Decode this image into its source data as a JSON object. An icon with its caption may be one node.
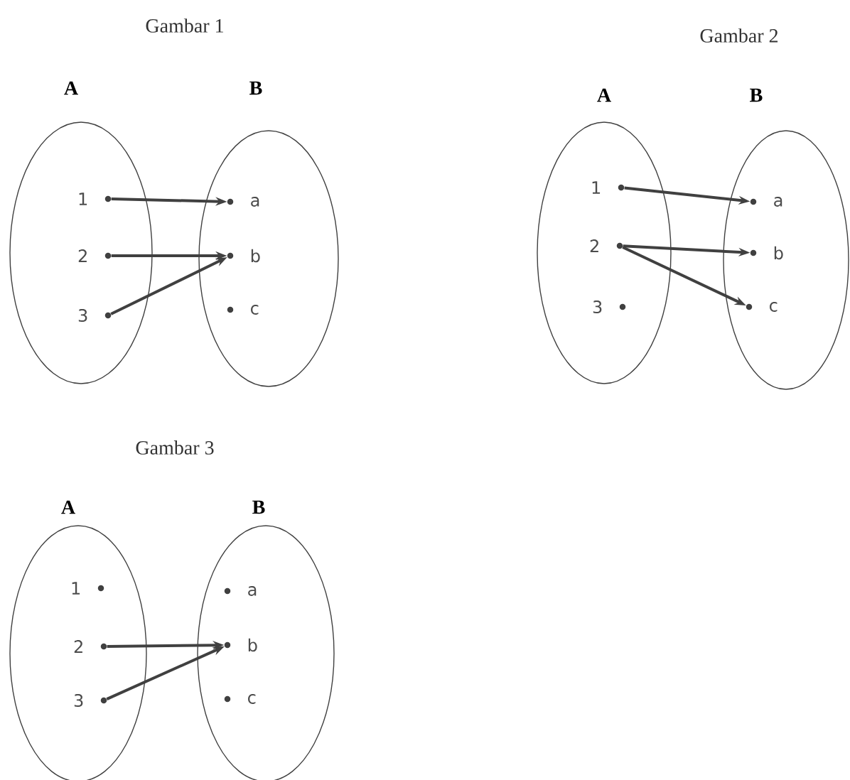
{
  "diagram": {
    "nodes": [
      {
        "text": [
          "A"
        ]
      },
      {
        "text": [
          "1"
        ],
        "in": 0
      },
      {
        "text": [
          "2"
        ],
        "in": 0
      },
      {
        "text": [
          "3"
        ],
        "in": 0
      },
      {
        "text": [
          "B"
        ]
      },
      {
        "text": [
          "a"
        ],
        "in": 4
      },
      {
        "text": [
          "b"
        ],
        "in": 4
      },
      {
        "text": [
          "c"
        ],
        "in": 4
      },
      {
        "text": [
          "A"
        ]
      },
      {
        "text": [
          "1"
        ],
        "in": 8
      },
      {
        "text": [
          "2"
        ],
        "in": 8
      },
      {
        "text": [
          "3"
        ],
        "in": 8
      },
      {
        "text": [
          "B"
        ]
      },
      {
        "text": [
          "a"
        ],
        "in": 12
      },
      {
        "text": [
          "b"
        ],
        "in": 12
      },
      {
        "text": [
          "c"
        ],
        "in": 12
      },
      {
        "text": [
          "A"
        ]
      },
      {
        "text": [
          "1"
        ],
        "in": 16
      },
      {
        "text": [
          "2"
        ],
        "in": 16
      },
      {
        "text": [
          "3"
        ],
        "in": 16
      },
      {
        "text": [
          "B"
        ]
      },
      {
        "text": [
          "a"
        ],
        "in": 20
      },
      {
        "text": [
          "b"
        ],
        "in": 20
      },
      {
        "text": [
          "c"
        ],
        "in": 20
      }
    ],
    "edges": [
      {
        "from": 1,
        "to": 5,
        "arrow": "to"
      },
      {
        "from": 2,
        "to": 6,
        "arrow": "to"
      },
      {
        "from": 3,
        "to": 6,
        "arrow": "to"
      },
      {
        "from": 9,
        "to": 13,
        "arrow": "to"
      },
      {
        "from": 10,
        "to": 14,
        "arrow": "to"
      },
      {
        "from": 10,
        "to": 15,
        "arrow": "to"
      },
      {
        "from": 18,
        "to": 22,
        "arrow": "to"
      },
      {
        "from": 19,
        "to": 22,
        "arrow": "to"
      }
    ],
    "labels": [
      "Gambar 1",
      "Gambar 2",
      "Gambar 3"
    ]
  }
}
